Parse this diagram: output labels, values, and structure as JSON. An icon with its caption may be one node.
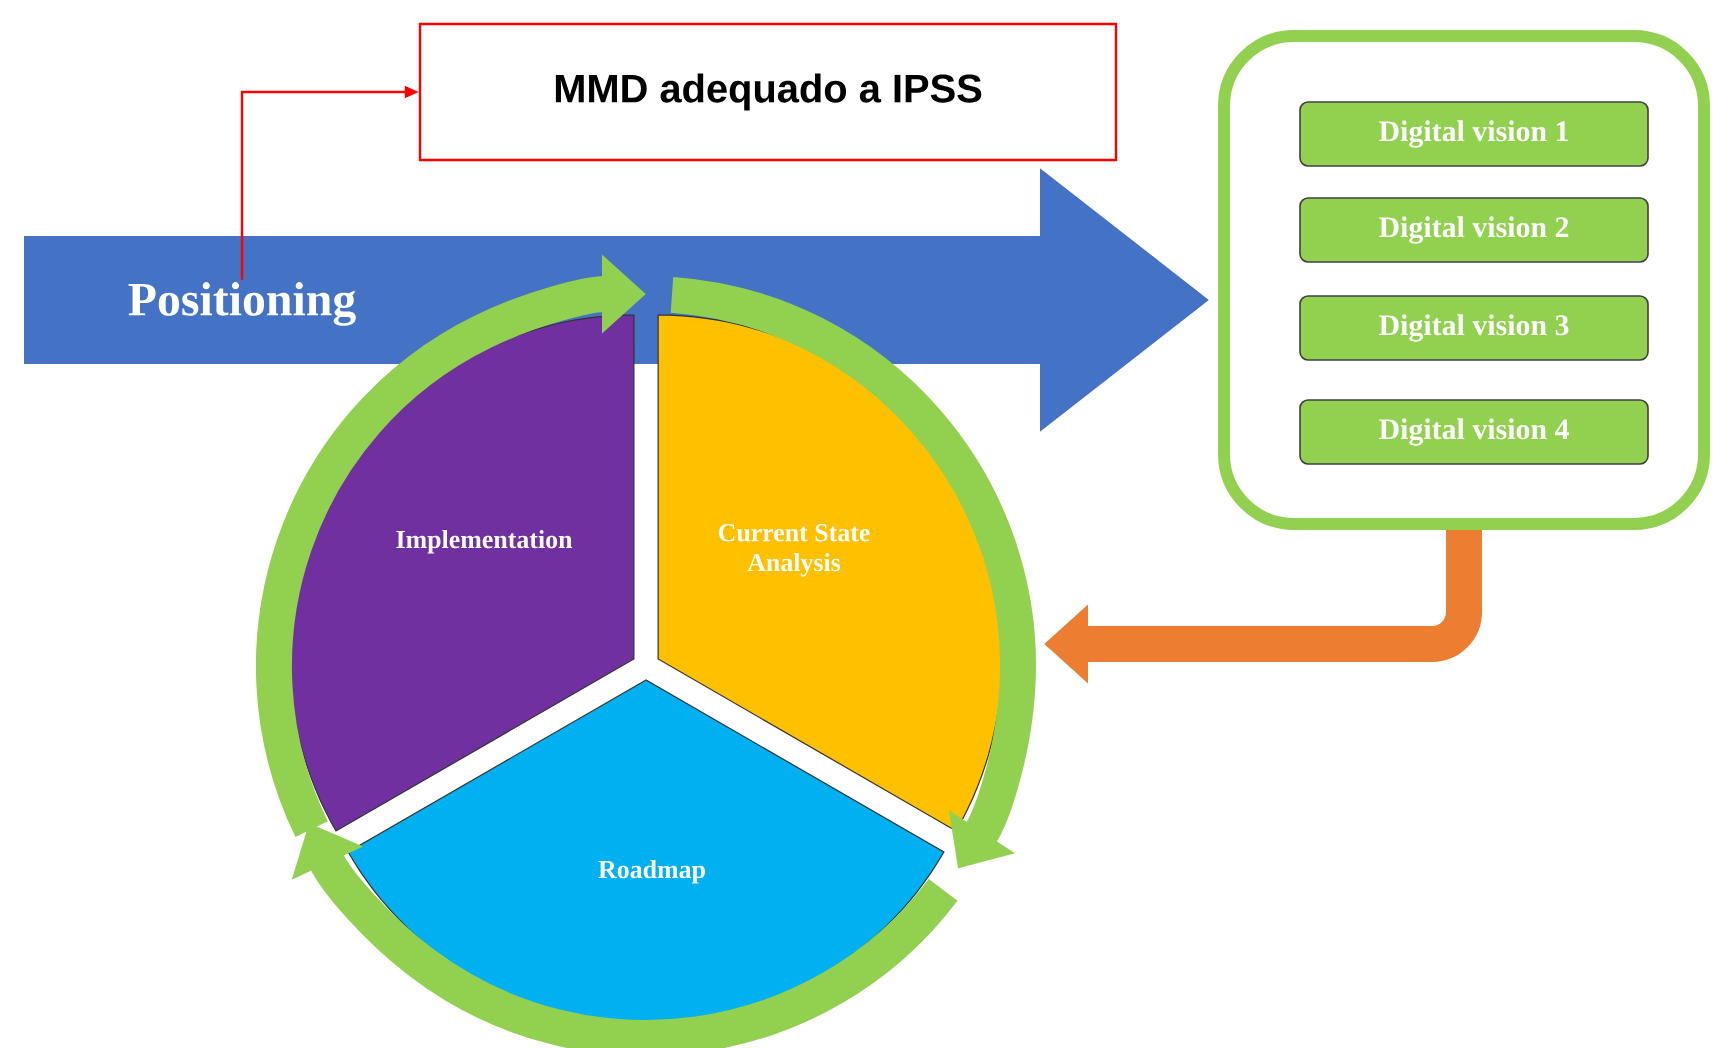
{
  "diagram": {
    "nodes": [
      {
        "text": [
          "Positioning"
        ]
      },
      {
        "text": [
          "MMD adequado a IPSS"
        ]
      },
      {
        "text": [],
        "shape": "box"
      },
      {
        "text": [
          "Digital vision 1"
        ],
        "in": 2
      },
      {
        "text": [
          "Digital vision 2"
        ],
        "in": 2
      },
      {
        "text": [
          "Digital vision 3"
        ],
        "in": 2
      },
      {
        "text": [
          "Digital vision 4"
        ],
        "in": 2
      },
      {
        "text": [
          "Current State Analysis"
        ]
      },
      {
        "text": [
          "Roadmap"
        ]
      },
      {
        "text": [
          "Implementation"
        ]
      }
    ],
    "edges": [
      {
        "from": 0,
        "to": 2,
        "arrow": "to",
        "style": "thick",
        "color": "#4472c4"
      },
      {
        "from": 0,
        "to": 1,
        "arrow": "to",
        "color": "#ff0000"
      },
      {
        "from": 2,
        "to": 7,
        "arrow": "to",
        "color": "#ed7d31"
      },
      {
        "from": 9,
        "to": 7,
        "arrow": "to"
      },
      {
        "from": 7,
        "to": 8,
        "arrow": "to"
      },
      {
        "from": 8,
        "to": 9,
        "arrow": "to"
      }
    ]
  }
}
